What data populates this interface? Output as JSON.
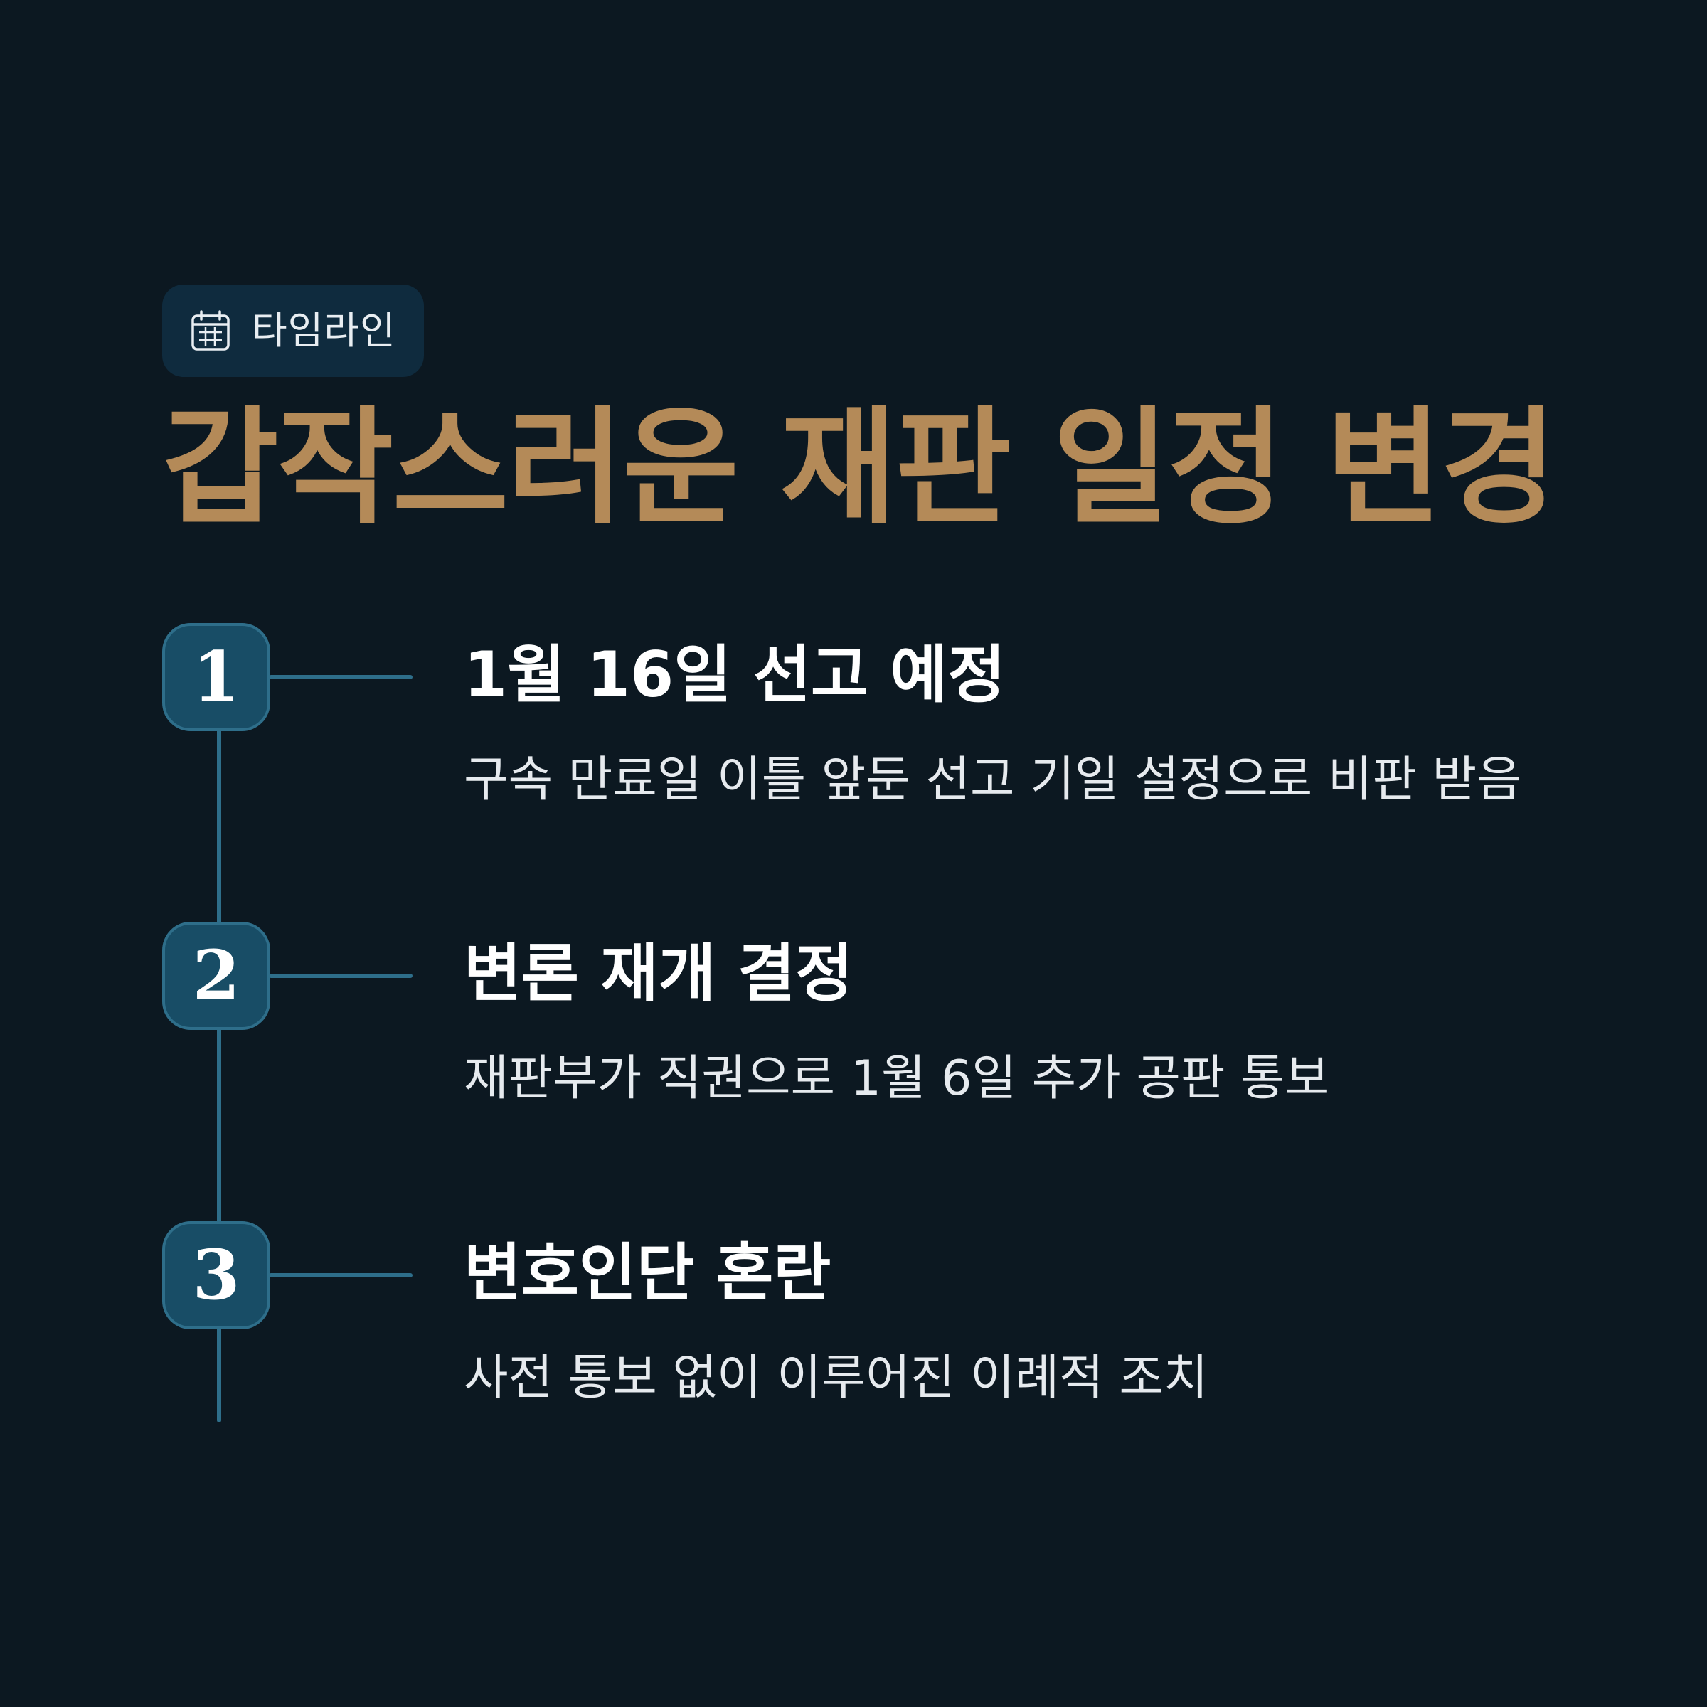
{
  "badge": {
    "icon": "calendar-icon",
    "label": "타임라인"
  },
  "title": "갑작스러운 재판 일정 변경",
  "colors": {
    "background": "#0c1821",
    "badge_bg": "#0f2b3e",
    "title": "#b48a58",
    "step_box": "#184d66",
    "line": "#2e6e8a",
    "text": "#ffffff"
  },
  "steps": [
    {
      "number": "1",
      "heading": "1월 16일 선고 예정",
      "description": "구속 만료일 이틀 앞둔 선고 기일 설정으로 비판 받음"
    },
    {
      "number": "2",
      "heading": "변론 재개 결정",
      "description": "재판부가 직권으로 1월 6일 추가 공판 통보"
    },
    {
      "number": "3",
      "heading": "변호인단 혼란",
      "description": "사전 통보 없이 이루어진 이례적 조치"
    }
  ]
}
